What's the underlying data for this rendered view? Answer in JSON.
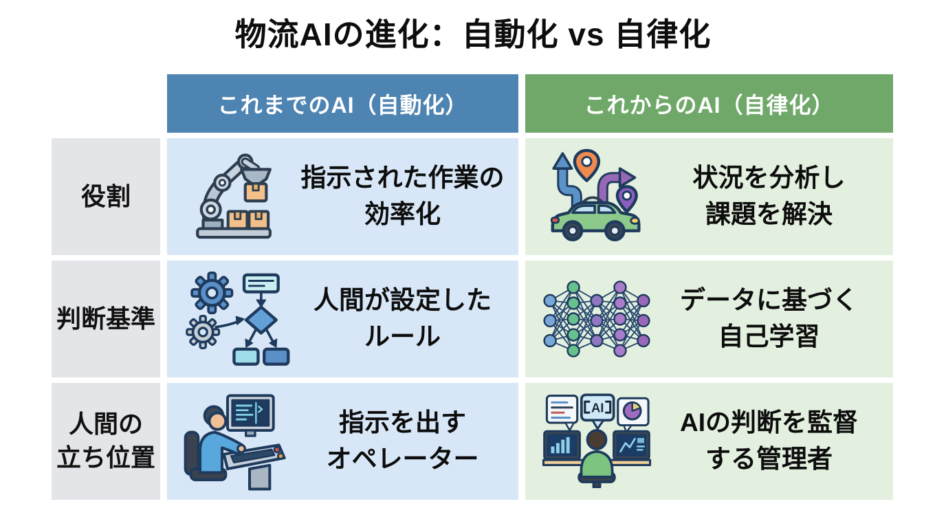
{
  "title": "物流AIの進化：自動化 vs 自律化",
  "colors": {
    "header_automation": "#4E84B2",
    "header_autonomy": "#6FA868",
    "cell_automation": "#D8E7F7",
    "cell_autonomy": "#E3F0DF",
    "row_label_bg": "#E3E5E8",
    "header_text": "#FFFFFF",
    "body_text": "#111111"
  },
  "table": {
    "column_headers": [
      {
        "label": "これまでのAI（自動化）"
      },
      {
        "label": "これからのAI（自律化）"
      }
    ],
    "rows": [
      {
        "label": "役割",
        "automation": {
          "icon": "robot-arm-icon",
          "text": "指示された作業の\n効率化"
        },
        "autonomy": {
          "icon": "autonomous-car-route-icon",
          "text": "状況を分析し\n課題を解決"
        }
      },
      {
        "label": "判断基準",
        "automation": {
          "icon": "gears-flowchart-icon",
          "text": "人間が設定した\nルール"
        },
        "autonomy": {
          "icon": "neural-network-icon",
          "text": "データに基づく\n自己学習"
        }
      },
      {
        "label": "人間の\n立ち位置",
        "automation": {
          "icon": "operator-at-console-icon",
          "text": "指示を出す\nオペレーター"
        },
        "autonomy": {
          "icon": "ai-supervisor-icon",
          "text": "AIの判断を監督\nする管理者"
        }
      }
    ]
  }
}
